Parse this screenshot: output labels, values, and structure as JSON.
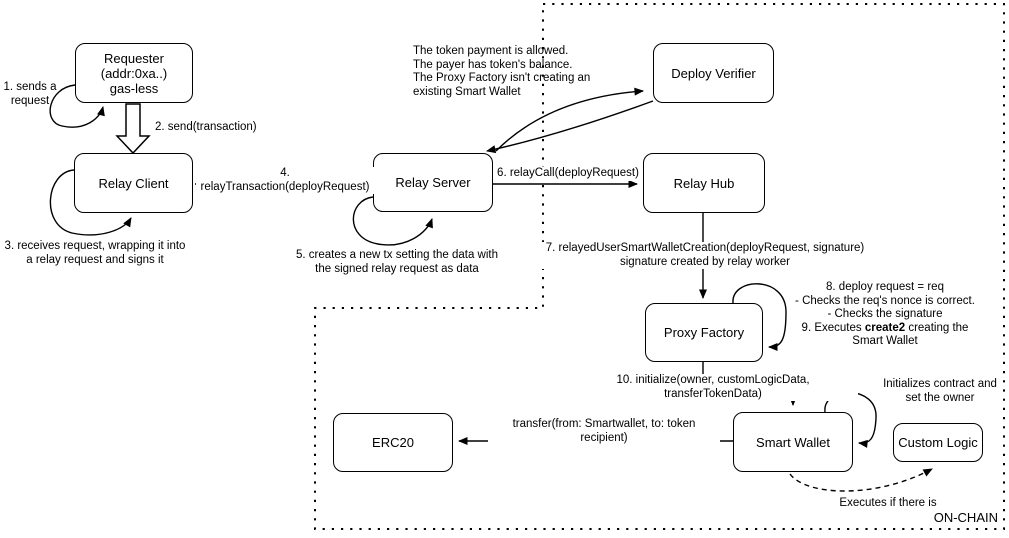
{
  "diagram": {
    "on_chain_label": "ON-CHAIN",
    "colors": {
      "stroke": "#000000",
      "background": "#ffffff"
    },
    "nodes": {
      "requester": "Requester\n(addr:0xa..)\ngas-less",
      "relay_client": "Relay Client",
      "relay_server": "Relay Server",
      "deploy_verifier": "Deploy Verifier",
      "relay_hub": "Relay Hub",
      "proxy_factory": "Proxy Factory",
      "smart_wallet": "Smart Wallet",
      "custom_logic": "Custom Logic",
      "erc20": "ERC20"
    },
    "labels": {
      "step1": "1. sends a\nrequest",
      "step2": "2. send(transaction)",
      "step3": "3. receives request, wrapping it into\na relay request and signs it",
      "step4": "4. relayTransaction(deployRequest)",
      "step5": "5. creates a new tx setting the data with\nthe signed relay request as data",
      "step6": "6. relayCall(deployRequest)",
      "step7": "7. relayedUserSmartWalletCreation(deployRequest, signature)\nsignature created by relay worker",
      "step8_9_pre": "8. deploy request = req\n- Checks the req's nonce is correct.\n- Checks the signature\n9. Executes ",
      "step8_9_bold": "create2",
      "step8_9_post": " creating the\nSmart Wallet",
      "step10": "10. initialize(owner, customLogicData, transferTokenData)",
      "verifier_note": "The token payment is allowed.\nThe payer has token's balance.\nThe Proxy Factory isn't creating an\nexisting Smart Wallet",
      "transfer": "transfer(from: Smartwallet, to: token recipient)",
      "init_note": "Initializes contract and\nset the owner",
      "executes_note": "Executes if there is"
    }
  }
}
